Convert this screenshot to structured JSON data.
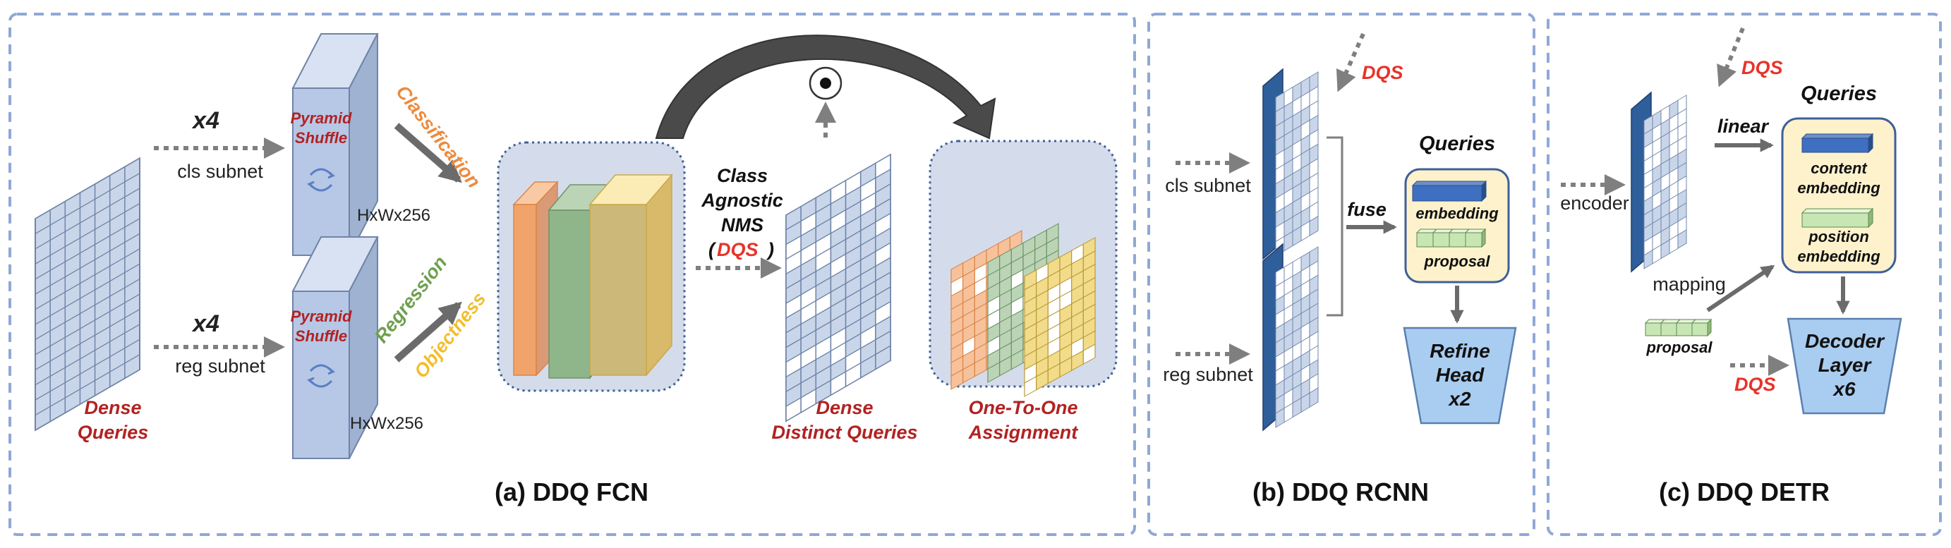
{
  "panel_a": {
    "title": "(a) DDQ FCN",
    "dense_queries": [
      "Dense",
      "Queries"
    ],
    "cls_multiplier": "x4",
    "cls_subnet": "cls subnet",
    "reg_multiplier": "x4",
    "reg_subnet": "reg subnet",
    "pyramid_shuffle": [
      "Pyramid",
      "Shuffle"
    ],
    "feature_size": "HxWx256",
    "classification": "Classification",
    "regression": "Regression",
    "objectness": "Objectness",
    "nms": [
      "Class",
      "Agnostic",
      "NMS"
    ],
    "nms_dqs": "DQS",
    "dense_distinct": [
      "Dense",
      "Distinct Queries"
    ],
    "one_to_one": [
      "One-To-One",
      "Assignment"
    ]
  },
  "panel_b": {
    "title": "(b) DDQ RCNN",
    "dqs": "DQS",
    "cls_subnet": "cls subnet",
    "reg_subnet": "reg subnet",
    "fuse": "fuse",
    "queries": "Queries",
    "embedding": "embedding",
    "proposal": "proposal",
    "refine_head": [
      "Refine",
      "Head",
      "x2"
    ]
  },
  "panel_c": {
    "title": "(c) DDQ DETR",
    "dqs_top": "DQS",
    "encoder": "encoder",
    "linear": "linear",
    "mapping": "mapping",
    "queries": "Queries",
    "content_embedding": [
      "content",
      "embedding"
    ],
    "position_embedding": [
      "position",
      "embedding"
    ],
    "proposal": "proposal",
    "dqs_bottom": "DQS",
    "decoder": [
      "Decoder",
      "Layer",
      "x6"
    ]
  },
  "colors": {
    "frame": "#8fa8d6",
    "grid_fill": "#c9d6ea",
    "grid_stroke": "#6f84a8",
    "dark_blue": "#2f5f9a",
    "red_text": "#b22222",
    "dqs_red": "#e8332a",
    "orange": "#f0a46a",
    "green": "#8fb58a",
    "yellow": "#f6e08a",
    "query_box": "#fdf2cc",
    "head_blue": "#a9cdf0"
  }
}
